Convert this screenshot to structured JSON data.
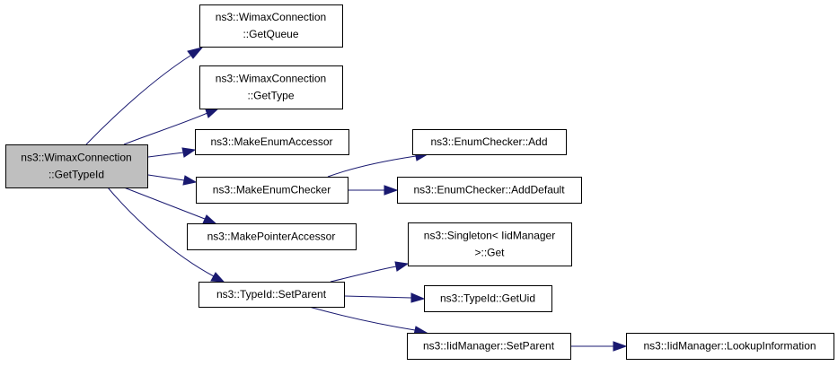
{
  "colors": {
    "node_fill": "#ffffff",
    "root_fill": "#bfbfbf",
    "node_stroke": "#000000",
    "edge": "#191970"
  },
  "nodes": {
    "get_type_id": {
      "lines": [
        "ns3::WimaxConnection",
        "::GetTypeId"
      ]
    },
    "get_queue": {
      "lines": [
        "ns3::WimaxConnection",
        "::GetQueue"
      ]
    },
    "get_type": {
      "lines": [
        "ns3::WimaxConnection",
        "::GetType"
      ]
    },
    "make_enum_accessor": {
      "lines": [
        "ns3::MakeEnumAccessor"
      ]
    },
    "make_enum_checker": {
      "lines": [
        "ns3::MakeEnumChecker"
      ]
    },
    "make_pointer_accessor": {
      "lines": [
        "ns3::MakePointerAccessor"
      ]
    },
    "typeid_set_parent": {
      "lines": [
        "ns3::TypeId::SetParent"
      ]
    },
    "enum_checker_add": {
      "lines": [
        "ns3::EnumChecker::Add"
      ]
    },
    "enum_checker_add_default": {
      "lines": [
        "ns3::EnumChecker::AddDefault"
      ]
    },
    "singleton_get": {
      "lines": [
        "ns3::Singleton< IidManager",
        ">::Get"
      ]
    },
    "typeid_get_uid": {
      "lines": [
        "ns3::TypeId::GetUid"
      ]
    },
    "iid_manager_set_parent": {
      "lines": [
        "ns3::IidManager::SetParent"
      ]
    },
    "iid_manager_lookup": {
      "lines": [
        "ns3::IidManager::LookupInformation"
      ]
    }
  }
}
